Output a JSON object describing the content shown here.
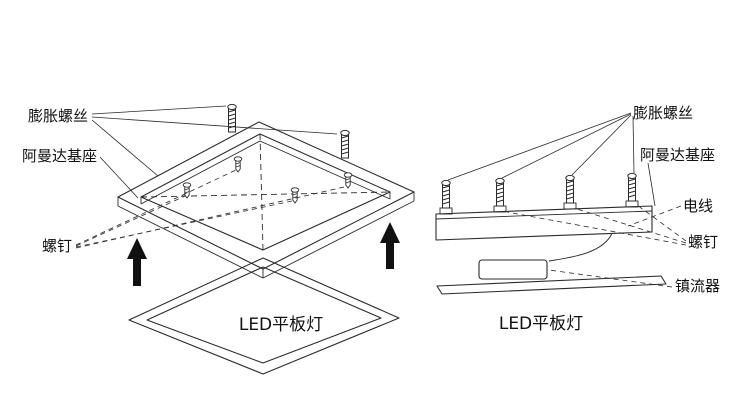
{
  "diagram": {
    "left": {
      "label_expansion_screw": "膨胀螺丝",
      "label_base": "阿曼达基座",
      "label_screw": "螺钉",
      "label_panel": "LED平板灯"
    },
    "right": {
      "label_expansion_screw": "膨胀螺丝",
      "label_base": "阿曼达基座",
      "label_wire": "电线",
      "label_screw": "螺钉",
      "label_ballast": "镇流器",
      "label_panel": "LED平板灯"
    },
    "colors": {
      "line": "#2b2b2b",
      "text": "#111111",
      "arrow": "#111111",
      "background": "#ffffff"
    }
  }
}
